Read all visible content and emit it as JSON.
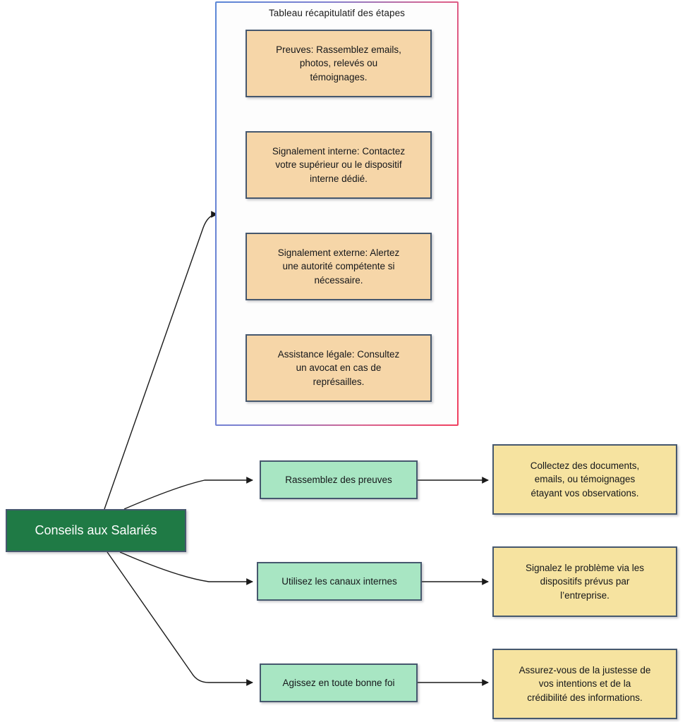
{
  "diagram": {
    "type": "flowchart",
    "group": {
      "title": "Tableau récapitulatif des étapes",
      "border_gradient_from": "#5b87d6",
      "border_gradient_to": "#f0405f",
      "steps": [
        {
          "id": "step-preuves",
          "text": "Preuves: Rassemblez emails,\nphotos, relevés ou\ntémoignages."
        },
        {
          "id": "step-signalement-interne",
          "text": "Signalement interne: Contactez\nvotre supérieur ou le dispositif\ninterne dédié."
        },
        {
          "id": "step-signalement-externe",
          "text": "Signalement externe: Alertez\nune autorité compétente si\nnécessaire."
        },
        {
          "id": "step-assistance-legale",
          "text": "Assistance légale: Consultez\nun avocat en cas de\nreprésailles."
        }
      ]
    },
    "root": {
      "id": "root-conseils",
      "text": "Conseils aux Salariés",
      "fill": "#1f7a45",
      "text_color": "#ffffff"
    },
    "branches": [
      {
        "mid": {
          "id": "mid-preuves",
          "text": "Rassemblez des preuves",
          "fill": "#a8e6c3"
        },
        "leaf": {
          "id": "leaf-preuves",
          "text": "Collectez des documents,\nemails, ou témoignages\nétayant vos observations.",
          "fill": "#f6e3a0"
        }
      },
      {
        "mid": {
          "id": "mid-canaux",
          "text": "Utilisez les canaux internes",
          "fill": "#a8e6c3"
        },
        "leaf": {
          "id": "leaf-canaux",
          "text": "Signalez le problème via les\ndispositifs prévus par\nl’entreprise.",
          "fill": "#f6e3a0"
        }
      },
      {
        "mid": {
          "id": "mid-bonne-foi",
          "text": "Agissez en toute bonne foi",
          "fill": "#a8e6c3"
        },
        "leaf": {
          "id": "leaf-bonne-foi",
          "text": "Assurez-vous de la justesse de\nvos intentions et de la\ncrédibilité des informations.",
          "fill": "#f6e3a0"
        }
      }
    ],
    "edge_color": "#1a1a1a",
    "step_fill": "#f6d6a8",
    "node_border": "#46586e"
  }
}
